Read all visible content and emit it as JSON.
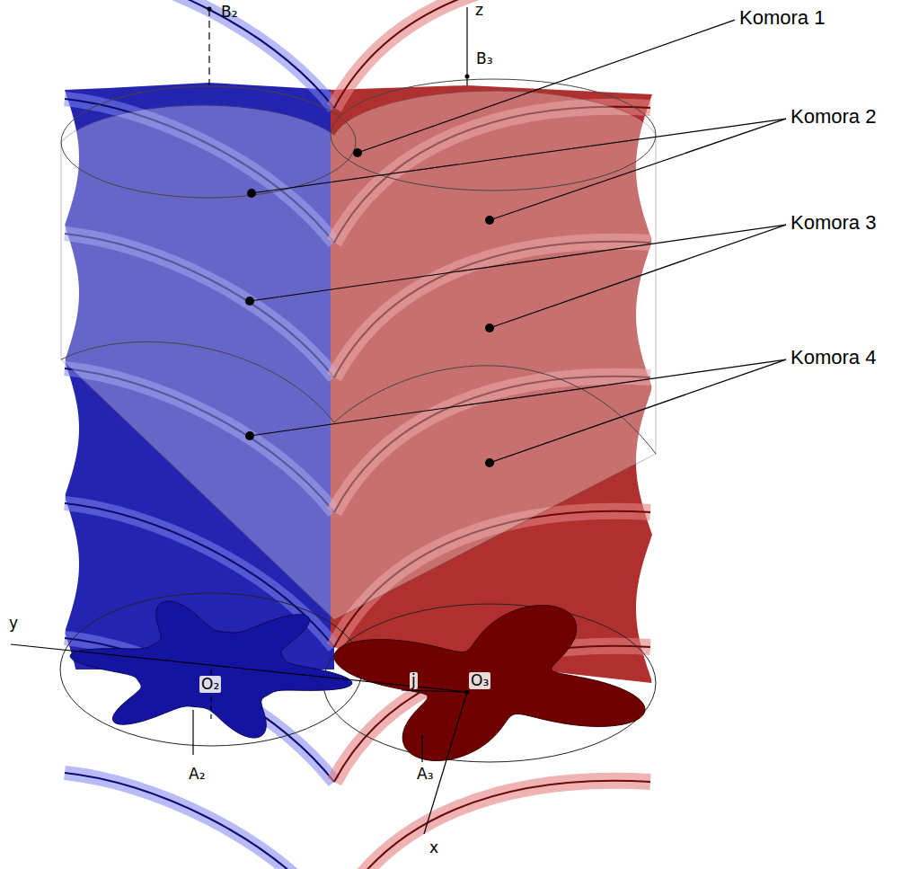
{
  "diagram": {
    "labels": [
      "Komora 1",
      "Komora 2",
      "Komora 3",
      "Komora 4",
      "B₂",
      "z",
      "B₃",
      "y",
      "O₂",
      "j",
      "O₃",
      "A₂",
      "A₃",
      "x"
    ]
  }
}
